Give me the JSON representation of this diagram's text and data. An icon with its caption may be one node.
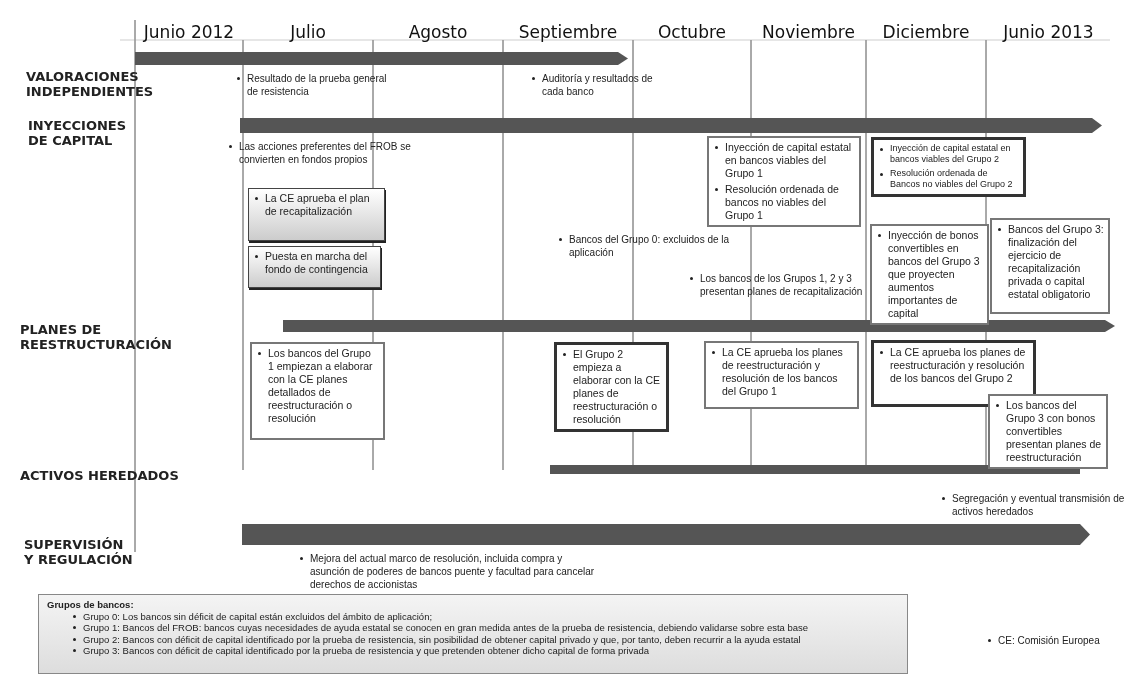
{
  "diagram": {
    "nodes": [
      {
        "text": [
          "La CE aprueba el plan de recapitalización"
        ]
      },
      {
        "text": [
          "Puesta en marcha del fondo de contingencia"
        ]
      },
      {
        "text": [
          "Inyección de capital estatal en bancos viables del Grupo 1",
          "Resolución ordenada de bancos no viables del Grupo 1"
        ]
      },
      {
        "text": [
          "Inyección de capital estatal en bancos viables del Grupo 2",
          "Resolución ordenada de Bancos no viables del Grupo 2"
        ]
      },
      {
        "text": [
          "Inyección de bonos convertibles en bancos del Grupo 3 que proyecten aumentos importantes de capital"
        ]
      },
      {
        "text": [
          "Bancos del Grupo 3: finalización del ejercicio de recapitalización privada o capital estatal obligatorio"
        ]
      },
      {
        "text": [
          "Los bancos del Grupo 1 empiezan a elaborar con la CE planes detallados de reestructuración o resolución"
        ]
      },
      {
        "text": [
          "El Grupo 2 empieza a elaborar con la CE planes de reestructuración o resolución"
        ]
      },
      {
        "text": [
          "La CE aprueba los planes de reestructuración y resolución de los bancos del Grupo 1"
        ]
      },
      {
        "text": [
          "La CE aprueba los planes de reestructuración y resolución de los bancos del Grupo 2"
        ]
      },
      {
        "text": [
          "Los bancos del Grupo 3 con bonos convertibles presentan planes de reestructuración"
        ]
      },
      {
        "text": [
          "Grupos de bancos:",
          "Grupo 0: Los bancos sin déficit de capital están excluidos del ámbito de aplicación;",
          "Grupo 1: Bancos del FROB: bancos cuyas necesidades de ayuda estatal se conocen en gran medida antes de la prueba de resistencia, debiendo validarse sobre esta base",
          "Grupo 2: Bancos con déficit de capital identificado por la prueba de resistencia, sin posibilidad de obtener capital privado y que, por tanto, deben recurrir a la ayuda estatal",
          "Grupo 3: Bancos con déficit de capital identificado por la prueba de resistencia y que pretenden obtener dicho capital de forma privada"
        ]
      }
    ],
    "edges": [],
    "labels": [
      "Junio 2012",
      "Julio",
      "Agosto",
      "Septiembre",
      "Octubre",
      "Noviembre",
      "Diciembre",
      "Junio 2013",
      "VALORACIONES INDEPENDIENTES",
      "Resultado de la prueba general de resistencia",
      "Auditoría y resultados de cada banco",
      "INYECCIONES DE CAPITAL",
      "Las acciones preferentes del FROB se convierten en fondos propios",
      "Bancos del Grupo 0: excluidos de la aplicación",
      "Los bancos de los Grupos 1, 2 y 3 presentan planes de recapitalización",
      "PLANES DE REESTRUCTURACIÓN",
      "ACTIVOS HEREDADOS",
      "Segregación y eventual transmisión de activos heredados",
      "SUPERVISIÓN Y REGULACIÓN",
      "Mejora del actual marco de resolución, incluida compra y asunción de poderes de bancos puente y facultad para cancelar derechos de accionistas",
      "CE: Comisión Europea"
    ]
  }
}
